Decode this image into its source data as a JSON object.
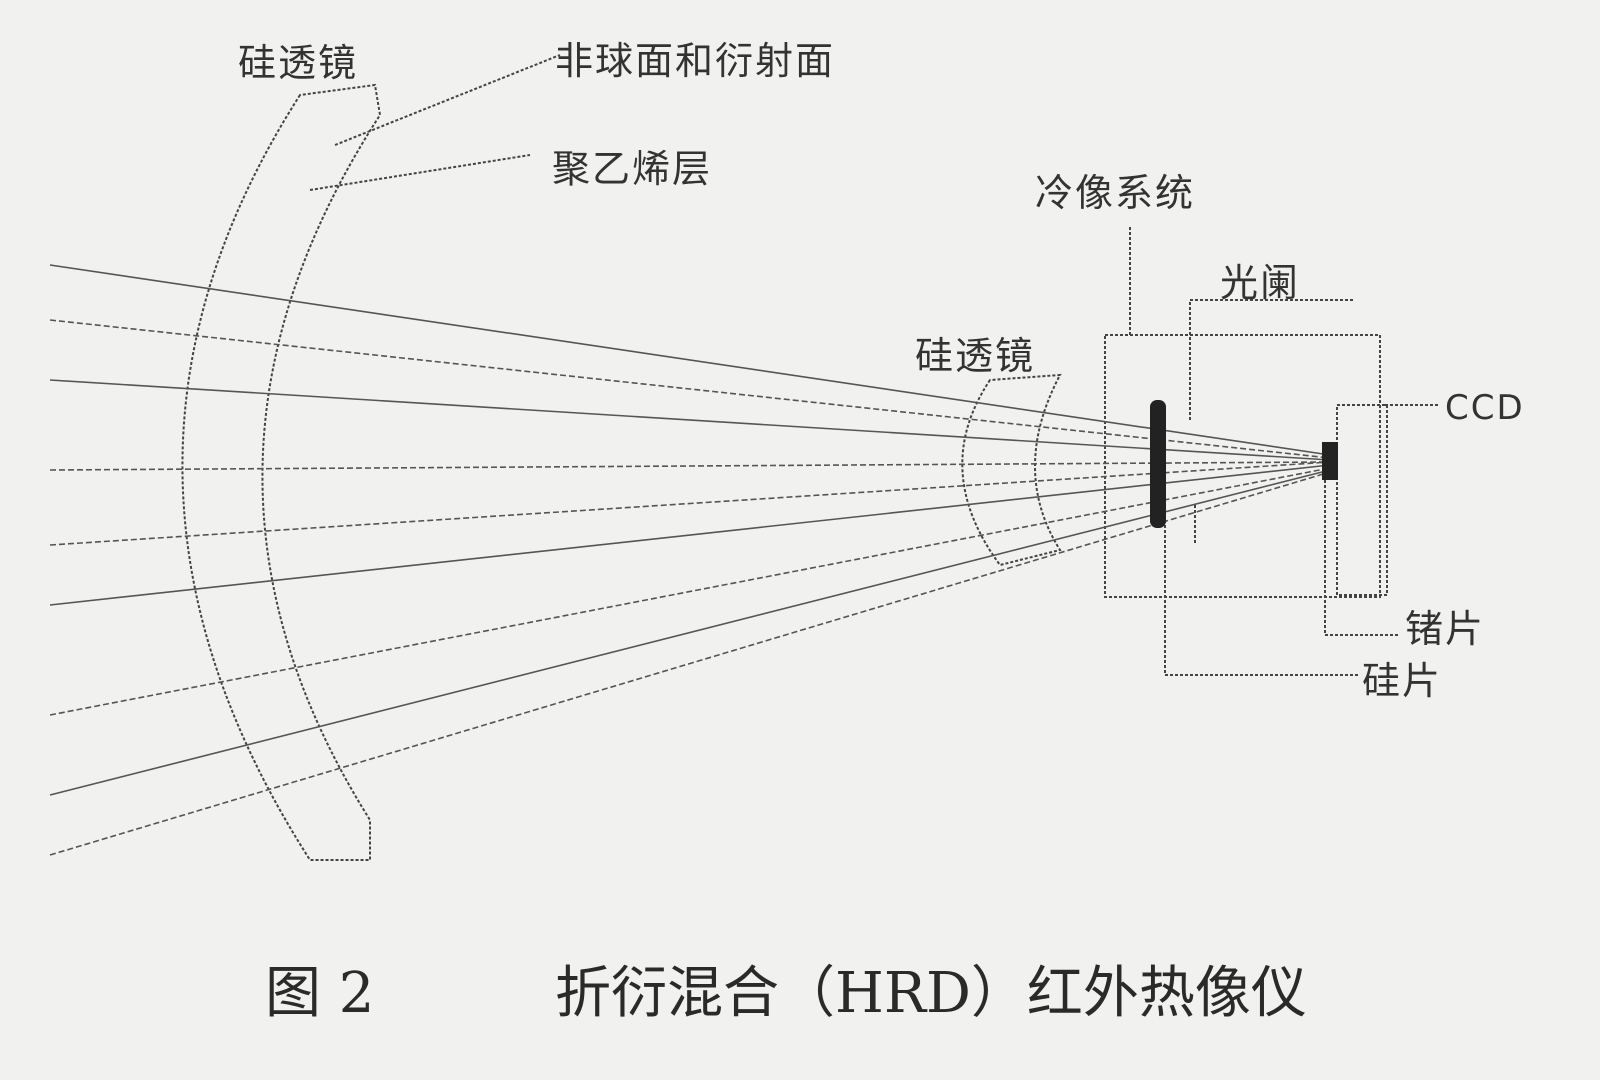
{
  "labels": {
    "silicon_lens_primary": "硅透镜",
    "aspheric_diffractive": "非球面和衍射面",
    "polyethylene_layer": "聚乙烯层",
    "cold_imaging_system": "冷像系统",
    "aperture_stop": "光阑",
    "silicon_lens_secondary": "硅透镜",
    "ccd": "CCD",
    "germanium_plate": "锗片",
    "silicon_plate": "硅片"
  },
  "caption": {
    "figure_number": "图 2",
    "title": "折衍混合（HRD）红外热像仪"
  },
  "colors": {
    "background": "#f1f1ef",
    "ink": "#333333"
  }
}
